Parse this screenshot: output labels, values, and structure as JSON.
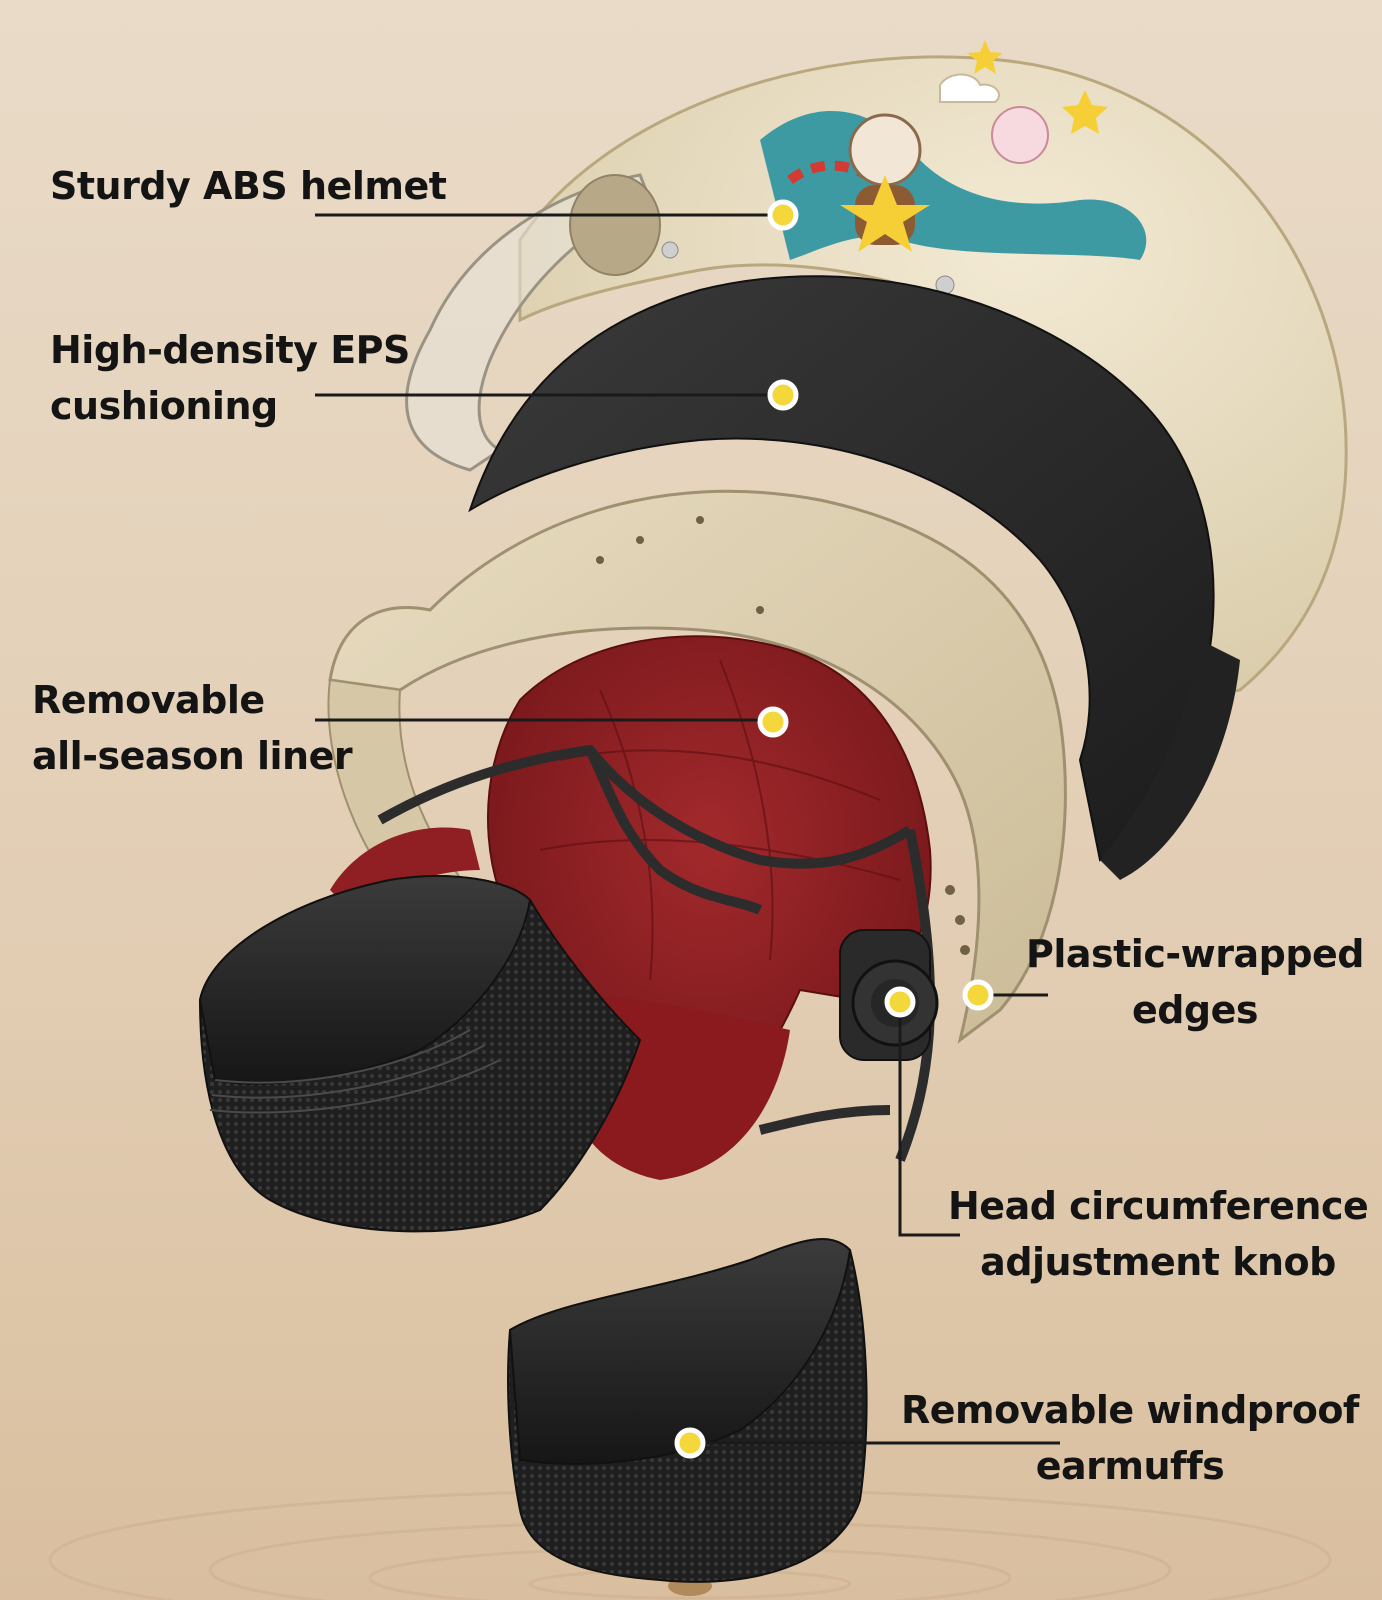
{
  "colors": {
    "background_top": "#e6d6c2",
    "background_bottom": "#dcc2a4",
    "shell": "#e9dfc6",
    "foam": "#2b2b2b",
    "liner": "#8f1f22",
    "pad": "#2a2a2a",
    "callout_dot": "#f4d73a",
    "callout_line": "#1a1a1a",
    "label_text": "#141414"
  },
  "callouts": [
    {
      "id": "abs-helmet",
      "lines": [
        "Sturdy ABS helmet"
      ]
    },
    {
      "id": "eps-cushioning",
      "lines": [
        "High-density EPS",
        "cushioning"
      ]
    },
    {
      "id": "liner",
      "lines": [
        "Removable",
        "all-season liner"
      ]
    },
    {
      "id": "edges",
      "lines": [
        "Plastic-wrapped",
        "edges"
      ]
    },
    {
      "id": "knob",
      "lines": [
        "Head circumference",
        "adjustment knob"
      ]
    },
    {
      "id": "earmuffs",
      "lines": [
        "Removable windproof",
        "earmuffs"
      ]
    }
  ]
}
